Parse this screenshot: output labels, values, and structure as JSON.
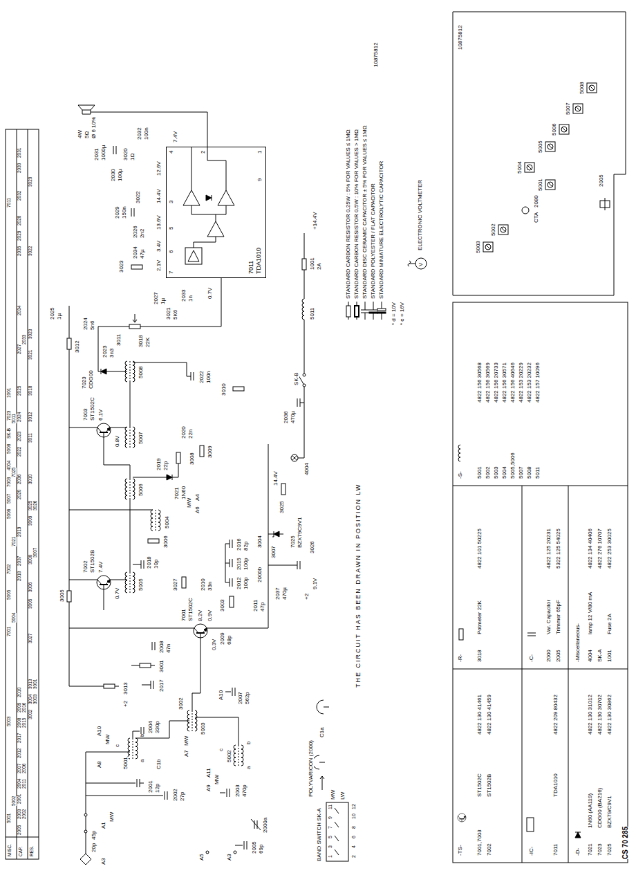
{
  "diagram": {
    "nodes": [
      {
        "text": [
          "7011",
          "TDA1010"
        ]
      }
    ],
    "labels": [
      "MISC.",
      "CAP.",
      "RES.",
      "5001",
      "5003",
      "7001",
      "5005",
      "7002",
      "5006",
      "5007",
      "7003",
      "4004",
      "5008",
      "SK-B",
      "7023",
      "1001",
      "7011",
      "5002",
      "5004",
      "7021",
      "7025",
      "5011",
      "2005",
      "2003",
      "2001",
      "2004",
      "2007",
      "2012",
      "2017",
      "2008",
      "2009",
      "2010",
      "2018",
      "2037",
      "2019",
      "2020",
      "2036",
      "2022",
      "2023",
      "2024",
      "2025",
      "2027",
      "2034",
      "2035",
      "2029",
      "2028",
      "2032",
      "2030",
      "2031",
      "2002",
      "2011",
      "2006",
      "2015",
      "2016",
      "2033",
      "3002",
      "3004",
      "3013",
      "3027",
      "3005",
      "3006",
      "3008",
      "3009",
      "3025",
      "3010",
      "3011",
      "3012",
      "3018",
      "3021",
      "3023",
      "3022",
      "3020",
      "3003",
      "3001",
      "3007",
      "3026",
      "20p",
      "45p",
      "A1",
      "A3",
      "MW",
      "A8",
      "A10",
      "MW",
      "5001",
      "a",
      "b",
      "c",
      "2001",
      "12p",
      "C1b",
      "2002",
      "27p",
      "2004",
      "330p",
      "A7",
      "MW",
      "5003",
      "5002",
      "a",
      "b",
      "c",
      "2003",
      "470p",
      "A9",
      "A11",
      "MW",
      "A5",
      "A3",
      "2005",
      "69p",
      "2000a",
      "A10",
      "2007",
      "562p",
      "POLYVARICON (2000)",
      "C1a",
      "BAND SWITCH SK-A",
      "1",
      "3",
      "5",
      "7",
      "9",
      "11",
      "2",
      "4",
      "6",
      "8",
      "10",
      "12",
      "MW",
      "LW",
      "THE CIRCUIT HAS BEEN DRAWN IN POSITION LW",
      "3013",
      "+2",
      "2017",
      "3001",
      "3002",
      "2008",
      "47n",
      "7001",
      "ST1502C",
      "8.2V",
      "0.9V",
      "0.3V",
      "2009",
      "68p",
      "3027",
      "2010",
      "33n",
      "3003",
      "5004",
      "A6",
      "A4",
      "MW",
      "2012",
      "100p",
      "2015",
      "100p",
      "2016",
      "82p",
      "2011",
      "47p",
      "3004",
      "2000b",
      "3005",
      "7002",
      "ST1502B",
      "0.7V",
      "7.4V",
      "5005",
      "2018",
      "10p",
      "3006",
      "3007",
      "5006",
      "7003",
      "ST1502C",
      "6.1V",
      "0.8V",
      "2019",
      "22p",
      "7021",
      "1N60",
      "3008",
      "3009",
      "2020",
      "22n",
      "5007",
      "7023",
      "CDG00",
      "5008",
      "2023",
      "3n3",
      "2022",
      "100n",
      "3010",
      "3012",
      "3011",
      "2024",
      "5n6",
      "2025",
      "1µ",
      "3018",
      "22K",
      "3021",
      "5K6",
      "2027",
      "1µ",
      "2033",
      "1n",
      "0.7V",
      "3023",
      "2034",
      "47µ",
      "2026",
      "2n2",
      "2029",
      "150n",
      "3022",
      "2030",
      "100µ",
      "2031",
      "1000µ",
      "4W",
      "5Ω",
      "Ø 6 10%",
      "3020",
      "1Ω",
      "2032",
      "100n",
      "2.1V",
      "3.4V",
      "13.6V",
      "14.4V",
      "12.6V",
      "7.4V",
      "7",
      "6",
      "5",
      "3",
      "4",
      "2",
      "9",
      "1",
      "2037",
      "470µ",
      "9.1V",
      "+2",
      "7025",
      "BZX79C9V1",
      "3026",
      "3025",
      "4004",
      "14.4V",
      "2036",
      "470µ",
      "SK-B",
      "5011",
      "1001",
      "2A",
      "+14.4V",
      "* d = 10V",
      "* e = 16V",
      "ELECTRONIC VOLTMETER",
      "10875812",
      "-TS-",
      "7001,7003",
      "ST1502C",
      "4822 130 41461",
      "7002",
      "ST1502B",
      "4822 130 41459",
      "-IC-",
      "7011",
      "TDA1010",
      "4822 209 80432",
      "-D-",
      "7021",
      "1N60 (AA119)",
      "4822 130 31012",
      "7023",
      "CDG00 (BA216)",
      "4822 130 30702",
      "7025",
      "BZX79/C9V1",
      "4822 130 30862",
      "-R-",
      "3018",
      "Potmeter 22K",
      "4822 101 50225",
      "-C-",
      "2000",
      "Var. Capacitor",
      "4822 125 20231",
      "2005",
      "Trimmer 65pF",
      "5322 125 54025",
      "-Miscellaneous-",
      "4004",
      "lamp 12 V/80 mA",
      "4822 134 40406",
      "SK-A",
      "4822 276 10707",
      "1001",
      "Fuse 2A",
      "4822 253 30025",
      "-S-",
      "5001",
      "4822 156 30568",
      "5002",
      "4822 156 30569",
      "5003",
      "4822 156 20733",
      "5004",
      "4822 156 30571",
      "5005,5006",
      "4822 156 40646",
      "5007",
      "4822 153 20229",
      "5008",
      "4822 153 20232",
      "5011",
      "4822 157 10096",
      "CS 70 285",
      "5003",
      "5002",
      "CTA",
      "2080",
      "5001",
      "5004",
      "5005",
      "5006",
      "5007",
      "5008",
      "2005",
      "10875812",
      "V"
    ],
    "legend": [
      {
        "text": "STANDARD CARBON RESISTOR 0.25W : 5% FOR VALUES ≤ 1MΩ"
      },
      {
        "text": "STANDARD CARBON RESISTOR 0.5W : 10% FOR VALUES > 1MΩ"
      },
      {
        "text": "STANDARD DISC CERAMIC CAPACITOR ± 5% FOR VALUES ≤ 1MΩ"
      },
      {
        "text": "STANDARD POLYESTER / FLAT CAPACITOR"
      },
      {
        "text": "STANDARD MINIATURE ELECTROLYTIC CAPACITOR"
      }
    ]
  }
}
